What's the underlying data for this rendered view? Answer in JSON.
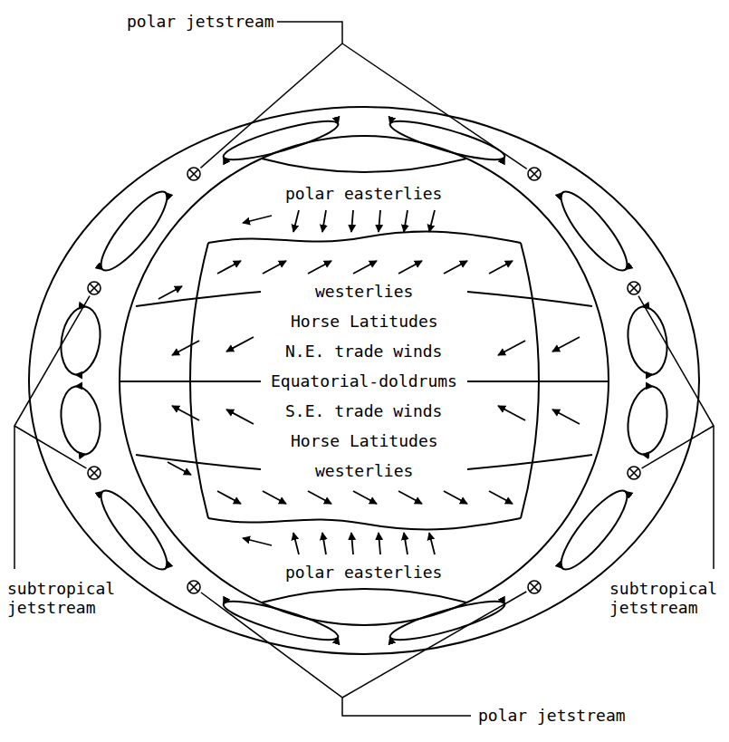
{
  "diagram": {
    "labels": [
      "polar jetstream",
      "polar easterlies",
      "westerlies",
      "Horse Latitudes",
      "N.E. trade winds",
      "Equatorial-doldrums",
      "S.E. trade winds",
      "Horse Latitudes",
      "westerlies",
      "subtropical jetstream",
      "subtropical jetstream",
      "polar easterlies",
      "polar jetstream"
    ]
  }
}
